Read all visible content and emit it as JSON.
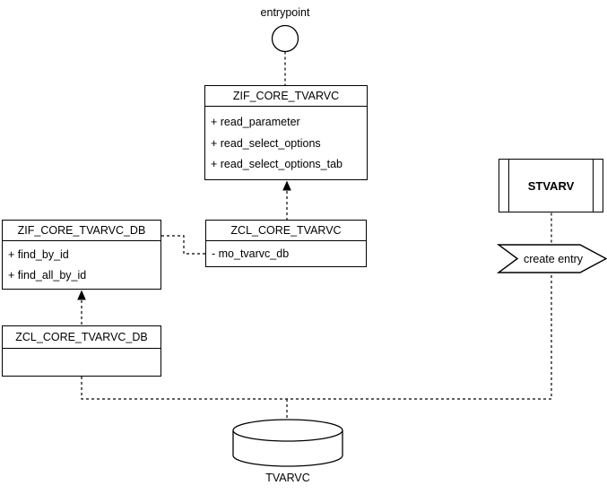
{
  "diagram": {
    "entrypoint": {
      "label": "entrypoint"
    },
    "classes": [
      {
        "name": "ZIF_CORE_TVARVC",
        "members": [
          "+ read_parameter",
          "+ read_select_options",
          "+ read_select_options_tab"
        ]
      },
      {
        "name": "ZCL_CORE_TVARVC",
        "members": [
          "- mo_tvarvc_db"
        ]
      },
      {
        "name": "ZIF_CORE_TVARVC_DB",
        "members": [
          "+ find_by_id",
          "+ find_all_by_id"
        ]
      },
      {
        "name": "ZCL_CORE_TVARVC_DB",
        "members": []
      }
    ],
    "external_system": {
      "label": "STVARV"
    },
    "action": {
      "label": "create entry"
    },
    "datastore": {
      "label": "TVARVC"
    },
    "colors": {
      "line": "#000000",
      "shape_fill": "#ffffff",
      "background": "#ffffff"
    }
  }
}
